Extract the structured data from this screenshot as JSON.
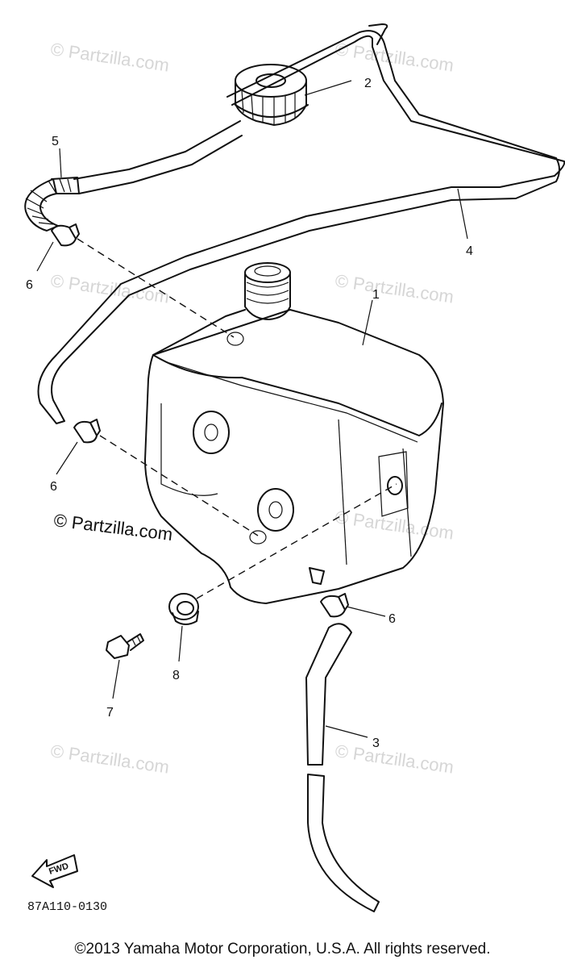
{
  "watermarks": {
    "faint": "© Partzilla.com",
    "main": "© Partzilla.com"
  },
  "callouts": {
    "tank": "1",
    "cap": "2",
    "hose_lower": "3",
    "hose_breather": "4",
    "hose_protector": "5",
    "clamp_upper": "6",
    "clamp_middle": "6",
    "clamp_lower": "6",
    "bolt": "7",
    "grommet": "8"
  },
  "fwd_label": "FWD",
  "diagram_code": "87A110-0130",
  "copyright": "©2013 Yamaha Motor Corporation, U.S.A. All rights reserved."
}
